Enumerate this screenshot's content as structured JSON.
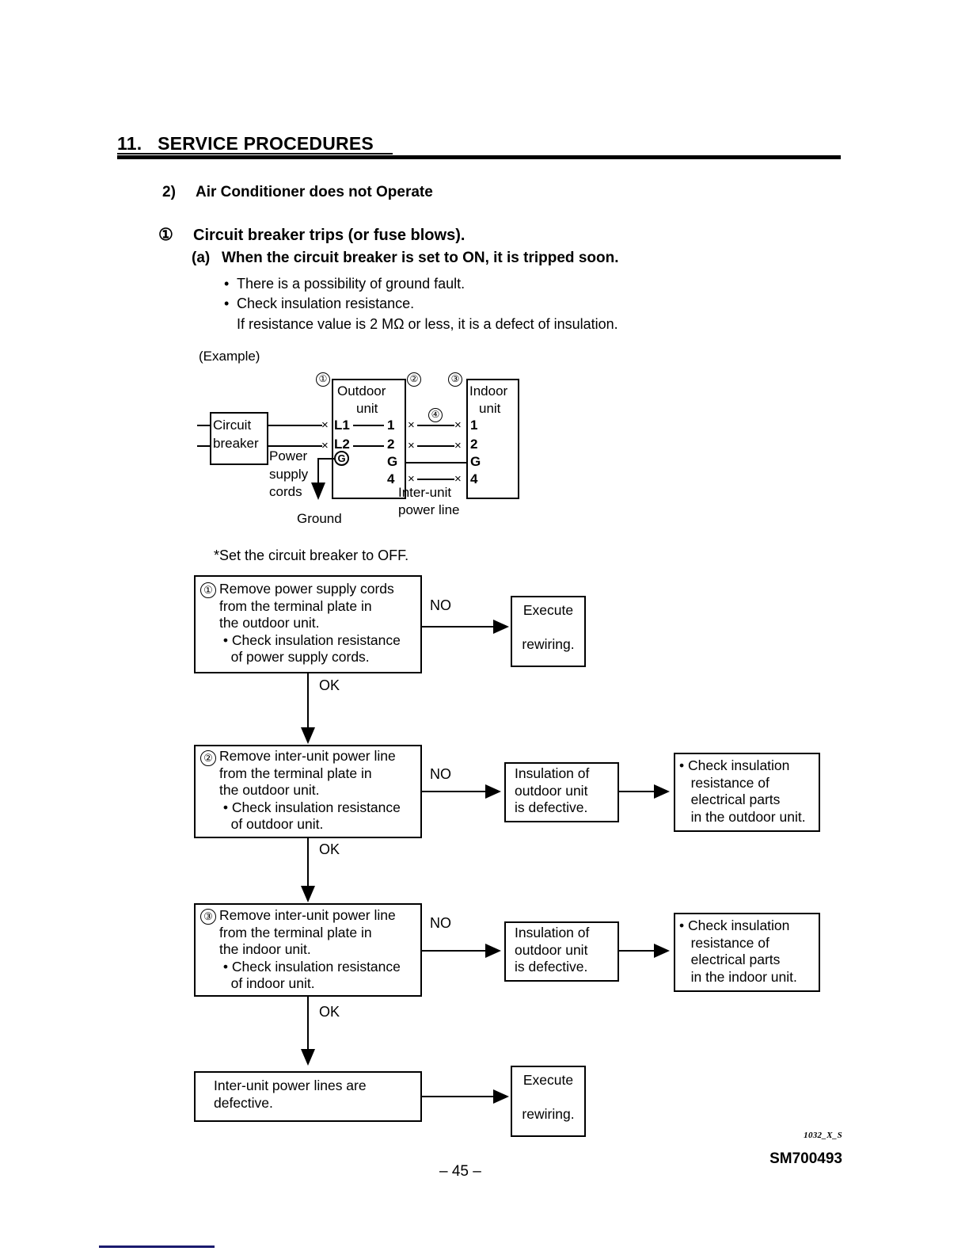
{
  "header": {
    "section_number": "11.",
    "title": "SERVICE PROCEDURES"
  },
  "headings": {
    "item2_number": "2)",
    "item2_text": "Air Conditioner does not Operate",
    "circled1_mark": "①",
    "circled1_text": "Circuit breaker trips (or fuse blows).",
    "sub_a_label": "(a)",
    "sub_a_text": "When the circuit breaker is set to ON, it is tripped soon."
  },
  "bullets": [
    "There is a possibility of ground fault.",
    "Check insulation resistance.",
    "If resistance value is 2 MΩ or less, it is a defect of insulation."
  ],
  "example_label": "(Example)",
  "wiring_diagram": {
    "breaker_line1": "Circuit",
    "breaker_line2": "breaker",
    "power_cords_line1": "Power",
    "power_cords_line2": "supply",
    "power_cords_line3": "cords",
    "ground_label": "Ground",
    "outdoor_line1": "Outdoor",
    "outdoor_line2": "unit",
    "indoor_line1": "Indoor",
    "indoor_line2": "unit",
    "interunit_line1": "Inter-unit",
    "interunit_line2": "power line",
    "callouts": {
      "c1": "①",
      "c2": "②",
      "c3": "③",
      "c4": "④"
    },
    "outdoor_left_terminals": [
      "L1",
      "L2",
      "G"
    ],
    "outdoor_right_terminals": [
      "1",
      "2",
      "G",
      "4"
    ],
    "indoor_terminals": [
      "1",
      "2",
      "G",
      "4"
    ],
    "xmark": "×",
    "g_circle": "G"
  },
  "flowchart": {
    "note": "*Set the circuit breaker to OFF.",
    "label_no": "NO",
    "label_ok": "OK",
    "steps": [
      {
        "circle": "①",
        "text": "Remove power supply cords\nfrom the terminal plate in\nthe outdoor unit.\n • Check insulation resistance\n   of power supply cords.",
        "no_target": "Execute\n\nrewiring.",
        "no_target2": null
      },
      {
        "circle": "②",
        "text": "Remove inter-unit power line\nfrom the terminal plate in\nthe outdoor unit.\n • Check insulation resistance\n   of outdoor unit.",
        "no_target": "Insulation of\noutdoor unit\nis defective.",
        "no_target2": "• Check insulation\n   resistance of\n   electrical parts\n   in the outdoor unit."
      },
      {
        "circle": "③",
        "text": "Remove inter-unit power line\nfrom the terminal plate in\nthe indoor unit.\n • Check insulation resistance\n   of indoor unit.",
        "no_target": "Insulation of\noutdoor unit\nis defective.",
        "no_target2": "• Check insulation\n   resistance of\n   electrical parts\n   in the indoor unit."
      }
    ],
    "final": {
      "text": "Inter-unit power lines are\ndefective.",
      "no_target": "Execute\n\nrewiring."
    }
  },
  "footer": {
    "doc_code": "1032_X_S",
    "manual_code": "SM700493",
    "page_number": "– 45 –"
  },
  "colors": {
    "ink": "#000000",
    "bottom_mark": "#1a1a6e"
  }
}
